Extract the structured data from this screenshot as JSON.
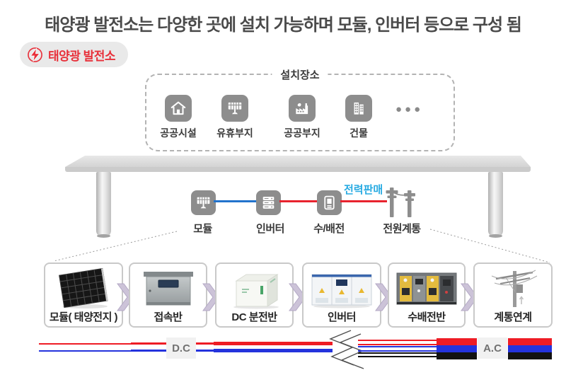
{
  "title": "태양광 발전소는 다양한 곳에 설치 가능하며 모듈, 인버터 등으로 구성 됨",
  "badge": {
    "label": "태양광 발전소"
  },
  "install_sites": {
    "title": "설치장소",
    "items": [
      {
        "label": "공공시설",
        "icon": "house-icon"
      },
      {
        "label": "유휴부지",
        "icon": "solar-panel-icon"
      },
      {
        "label": "공공부지",
        "icon": "factory-icon"
      },
      {
        "label": "건물",
        "icon": "building-icon"
      }
    ],
    "more_dots": "●●●"
  },
  "flow": {
    "sale_label": "전력판매",
    "nodes": [
      {
        "label": "모듈",
        "icon": "solar-panel-icon"
      },
      {
        "label": "인버터",
        "icon": "inverter-rack-icon"
      },
      {
        "label": "수/배전",
        "icon": "switchgear-icon"
      },
      {
        "label": "전원계통",
        "icon": "power-grid-poles-icon"
      }
    ]
  },
  "components": {
    "items": [
      {
        "label": "모듈( 태양전지 )"
      },
      {
        "label": "접속반"
      },
      {
        "label": "DC 분전반"
      },
      {
        "label": "인버터"
      },
      {
        "label": "수배전반"
      },
      {
        "label": "계통연계"
      }
    ]
  },
  "cables": {
    "dc_label": "D.C",
    "ac_label": "A.C"
  },
  "colors": {
    "accent_red": "#e8303a",
    "icon_gray": "#8d8d8d",
    "flow_blue": "#2273cc",
    "flow_red": "#e8232e",
    "sale_blue": "#29abe2",
    "cable_red": "#ee1c25",
    "cable_blue": "#2433dd",
    "cable_black": "#121212"
  }
}
